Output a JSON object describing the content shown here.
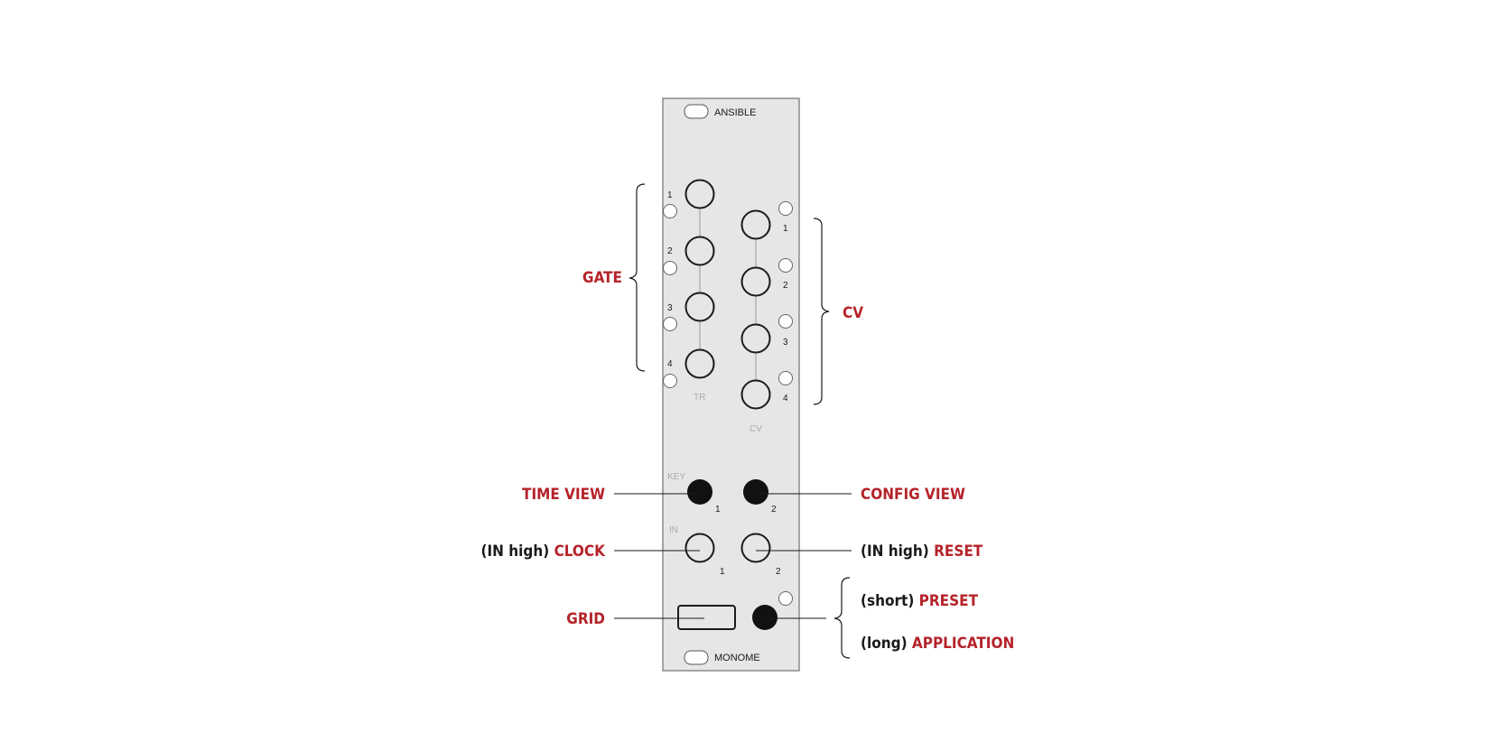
{
  "colors": {
    "panel": "#e6e6e6",
    "panel_stroke": "#8a8a8a",
    "ink": "#1a1a1a",
    "accent": "#b5232a",
    "silkscreen": "#aaaaaa"
  },
  "panel": {
    "brand_top": "ANSIBLE",
    "brand_bottom": "MONOME",
    "tr_label": "TR",
    "cv_label": "CV",
    "key_label": "KEY",
    "in_label": "IN",
    "tr_numbers": [
      "1",
      "2",
      "3",
      "4"
    ],
    "cv_numbers": [
      "1",
      "2",
      "3",
      "4"
    ],
    "key_numbers": [
      "1",
      "2"
    ],
    "in_numbers": [
      "1",
      "2"
    ]
  },
  "callouts": {
    "gate": "GATE",
    "cv": "CV",
    "time_view": "TIME VIEW",
    "config_view": "CONFIG VIEW",
    "clock_prefix": "(IN high)",
    "clock": "CLOCK",
    "reset_prefix": "(IN high)",
    "reset": "RESET",
    "grid": "GRID",
    "preset_prefix": "(short)",
    "preset": "PRESET",
    "application_prefix": "(long)",
    "application": "APPLICATION"
  }
}
